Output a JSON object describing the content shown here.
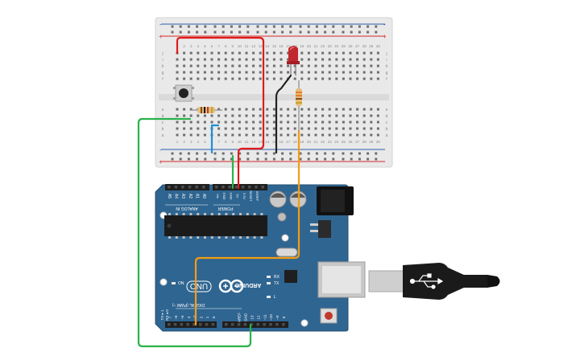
{
  "breadboard": {
    "columns": 30,
    "row_letters_top": [
      "j",
      "i",
      "h",
      "g",
      "f"
    ],
    "row_letters_bottom": [
      "e",
      "d",
      "c",
      "b",
      "a"
    ],
    "rail_plus": "+",
    "rail_minus": "-",
    "column_numbers": [
      "1",
      "2",
      "3",
      "4",
      "5",
      "6",
      "7",
      "8",
      "9",
      "10",
      "11",
      "12",
      "13",
      "14",
      "15",
      "16",
      "17",
      "18",
      "19",
      "20",
      "21",
      "22",
      "23",
      "24",
      "25",
      "26",
      "27",
      "28",
      "29",
      "30"
    ]
  },
  "arduino": {
    "brand": "ARDUINO",
    "model": "UNO",
    "analog_header_label": "ANALOG IN",
    "analog_pins": [
      "A0",
      "A1",
      "A2",
      "A3",
      "A4",
      "A5"
    ],
    "power_header_label": "POWER",
    "power_pins": [
      "Vin",
      "GND",
      "GND",
      "5V",
      "3.3V",
      "RESET",
      "IOREF"
    ],
    "digital_header_label": "DIGITAL (PWM ~)",
    "digital_pins": [
      "0",
      "1",
      "2",
      "~3",
      "4",
      "~5",
      "~6",
      "7",
      "8",
      "~9",
      "~10",
      "~11",
      "12",
      "13",
      "GND",
      "AREF"
    ],
    "rx_label": "RX ◂ 0",
    "tx_label": "TX ▸ 1",
    "aref_label": "AREF",
    "on_label": "ON",
    "leds": [
      "L",
      "TX",
      "RX"
    ]
  },
  "wire_colors": {
    "red": "#e01b1b",
    "black": "#222222",
    "green": "#2bb24a",
    "orange": "#f39c12",
    "blue": "#1e90d6"
  },
  "components": {
    "led_color": "#c0282d",
    "board_color": "#2f6591",
    "icons": [
      "pushbutton-icon",
      "resistor-icon",
      "led-icon",
      "usb-plug-icon",
      "arduino-infinity-logo-icon"
    ]
  }
}
